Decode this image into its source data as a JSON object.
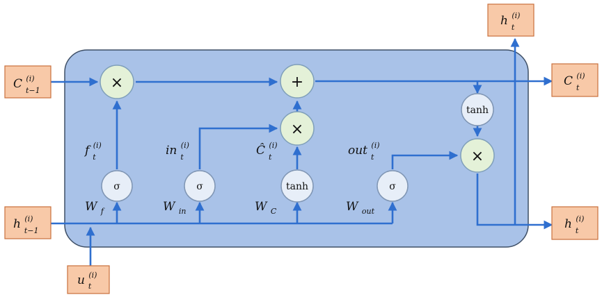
{
  "io_labels": {
    "c_prev": {
      "base": "C",
      "sup": "(i)",
      "sub": "t−1"
    },
    "h_prev": {
      "base": "h",
      "sup": "(i)",
      "sub": "t−1"
    },
    "u_t": {
      "base": "u",
      "sup": "(i)",
      "sub": "t"
    },
    "h_top": {
      "base": "h",
      "sup": "(i)",
      "sub": "t"
    },
    "c_out": {
      "base": "C",
      "sup": "(i)",
      "sub": "t"
    },
    "h_out": {
      "base": "h",
      "sup": "(i)",
      "sub": "t"
    }
  },
  "nodes": {
    "forget_mult": "×",
    "input_mult": "×",
    "state_add": "+",
    "output_mult": "×",
    "forget_sigma": "σ",
    "input_sigma": "σ",
    "candidate_tanh": "tanh",
    "output_sigma": "σ",
    "state_tanh": "tanh"
  },
  "gate_labels": {
    "f": {
      "base": "f",
      "sup": "(i)",
      "sub": "t"
    },
    "in": {
      "base": "in",
      "sup": "(i)",
      "sub": "t"
    },
    "c_hat": {
      "base": "Ĉ",
      "sup": "(i)",
      "sub": "t"
    },
    "out": {
      "base": "out",
      "sup": "(i)",
      "sub": "t"
    }
  },
  "weights": {
    "wf": {
      "base": "W",
      "sub": "f"
    },
    "win": {
      "base": "W",
      "sub": "in"
    },
    "wc": {
      "base": "W",
      "sub": "C"
    },
    "wout": {
      "base": "W",
      "sub": "out"
    }
  },
  "colors": {
    "cell_fill": "#a9c2e8",
    "io_fill": "#f8c9a8",
    "flow_line": "#2f6fcf",
    "op_node_fill": "#e4f1d8"
  }
}
